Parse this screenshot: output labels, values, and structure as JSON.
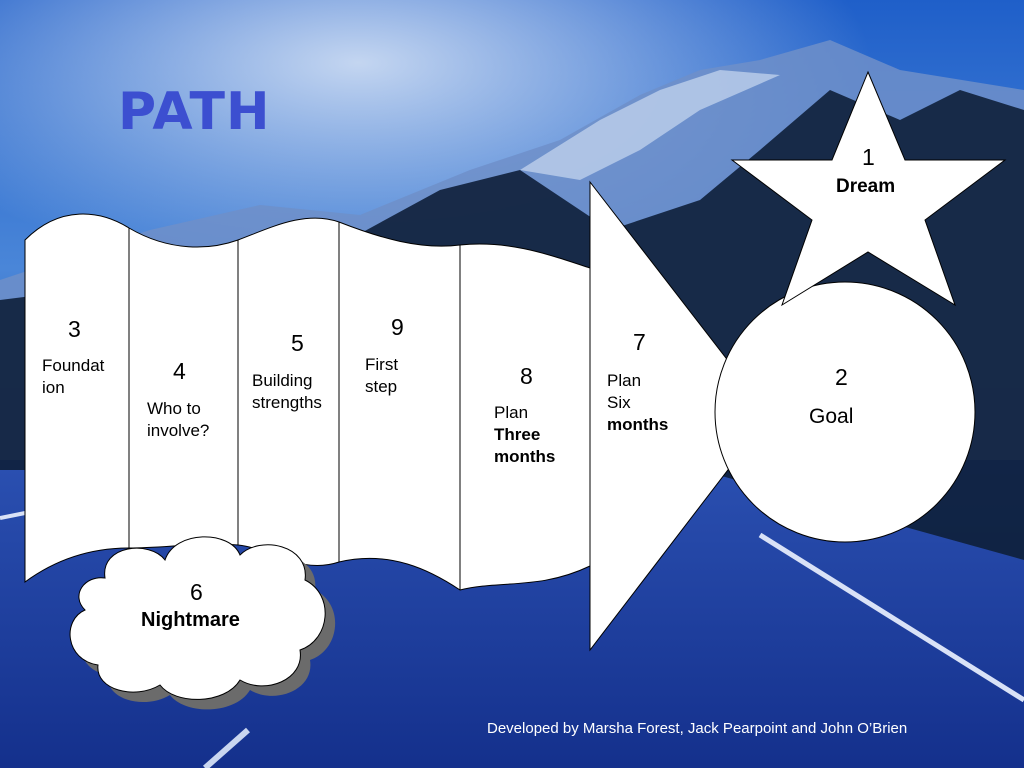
{
  "title": "PATH",
  "credit": "Developed by Marsha Forest, Jack Pearpoint and John O’Brien",
  "steps": {
    "s3": {
      "num": "3",
      "line1": "Foundat",
      "line2": "ion"
    },
    "s4": {
      "num": "4",
      "line1": "Who to",
      "line2": "involve?"
    },
    "s5": {
      "num": "5",
      "line1": "Building",
      "line2": "strengths"
    },
    "s9": {
      "num": "9",
      "line1": "First",
      "line2": "step"
    },
    "s8": {
      "num": "8",
      "line1": "Plan",
      "line2": "Three",
      "line3": "months"
    },
    "s7": {
      "num": "7",
      "line1": "Plan",
      "line2": "Six",
      "line3": "months"
    },
    "s1": {
      "num": "1",
      "line1": "Dream"
    },
    "s2": {
      "num": "2",
      "line1": "Goal"
    },
    "s6": {
      "num": "6",
      "line1": "Nightmare"
    }
  },
  "colors": {
    "title": "#3c4fd0",
    "shape_fill": "#ffffff",
    "outline": "#000000",
    "sky_top": "#1f5fc9",
    "road": "#1e3c9a"
  }
}
